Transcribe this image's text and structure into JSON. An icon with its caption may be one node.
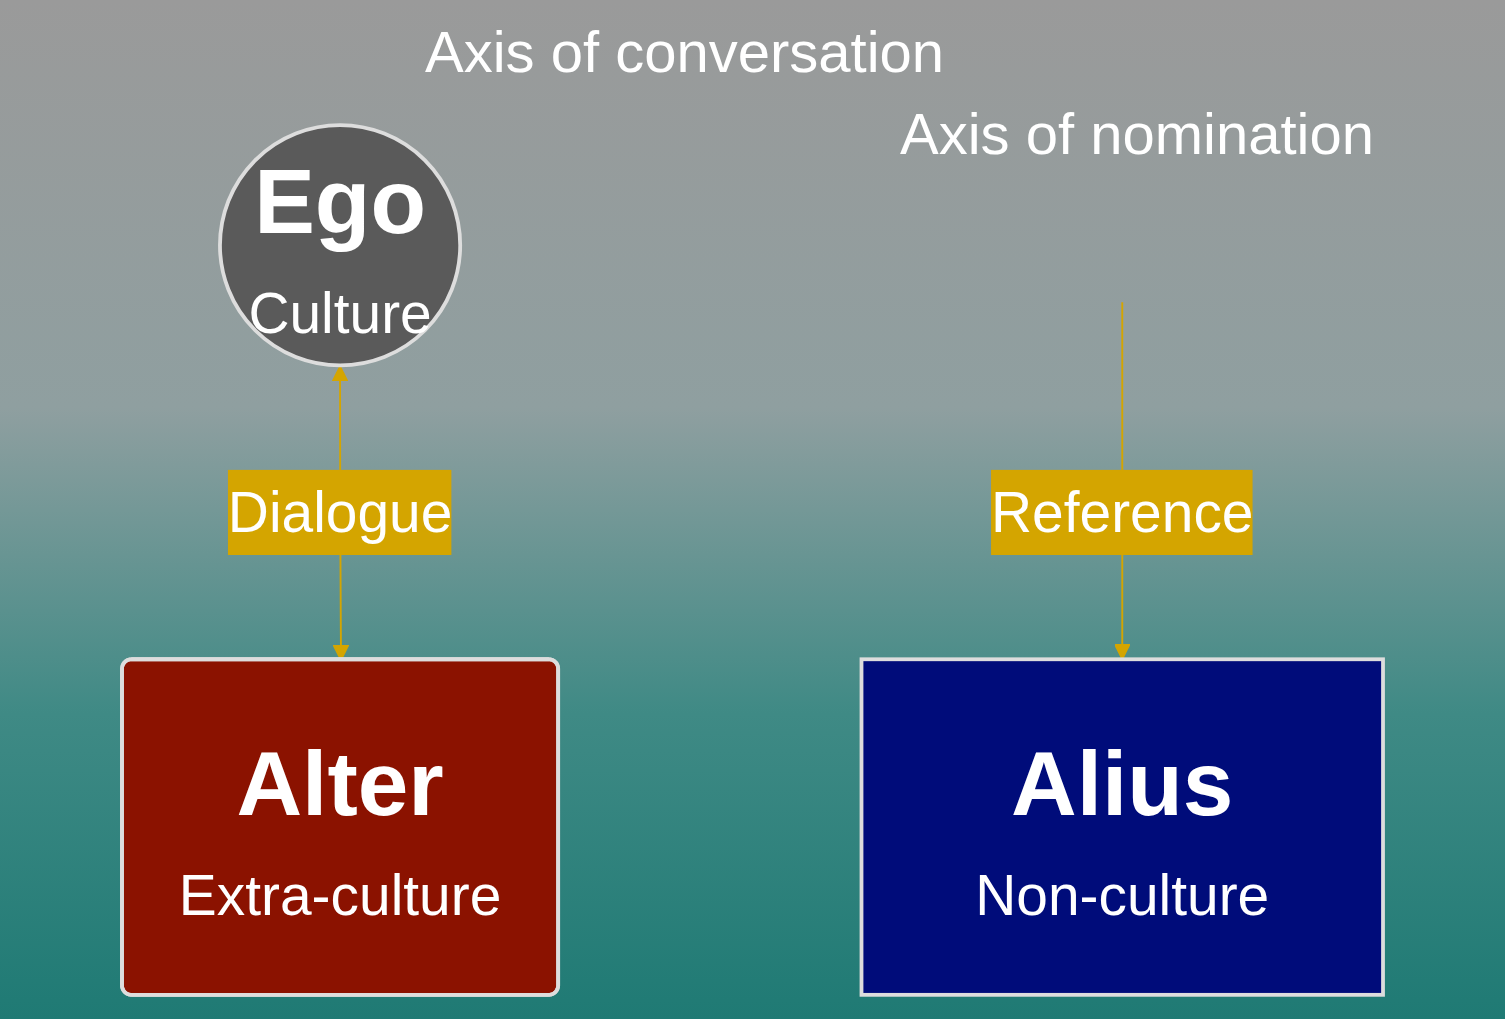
{
  "diagram": {
    "nodes": [
      {
        "text": [
          "Ego",
          "Culture"
        ]
      },
      {
        "text": [
          "Alter",
          "Extra-culture"
        ]
      },
      {
        "text": [
          "Alius",
          "Non-culture"
        ]
      }
    ],
    "edges": [
      {
        "from": 0,
        "to": 1,
        "arrow": "both",
        "label": "Dialogue"
      },
      {
        "from": null,
        "to": 2,
        "arrow": "to",
        "label": "Reference"
      }
    ],
    "labels": [
      "Axis of conversation",
      "Axis of nomination"
    ]
  }
}
